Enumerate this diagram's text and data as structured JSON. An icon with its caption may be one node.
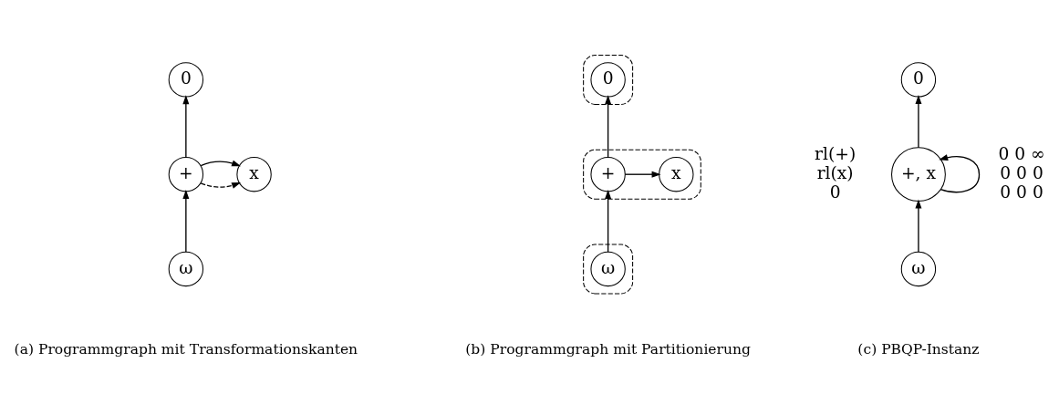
{
  "diagram": {
    "nodes": [
      {
        "text": [
          "0"
        ]
      },
      {
        "text": [
          "+"
        ]
      },
      {
        "text": [
          "x"
        ]
      },
      {
        "text": [
          "ω"
        ]
      },
      {
        "text": [],
        "shape": "box"
      },
      {
        "text": [
          "0"
        ],
        "in": 4
      },
      {
        "text": [],
        "shape": "box"
      },
      {
        "text": [
          "+"
        ],
        "in": 6
      },
      {
        "text": [
          "x"
        ],
        "in": 6
      },
      {
        "text": [],
        "shape": "box"
      },
      {
        "text": [
          "ω"
        ],
        "in": 9
      },
      {
        "text": [
          "0"
        ]
      },
      {
        "text": [
          "+, x"
        ],
        "beside": [
          "rl(+) rl(x) 0",
          "0 0 ∞ 0 0 0 0 0 0"
        ]
      },
      {
        "text": [
          "ω"
        ]
      }
    ],
    "edges": [
      {
        "from": 1,
        "to": 0,
        "arrow": "to"
      },
      {
        "from": 3,
        "to": 1,
        "arrow": "to"
      },
      {
        "from": 1,
        "to": 2,
        "arrow": "to"
      },
      {
        "from": 1,
        "to": 2,
        "arrow": "to",
        "style": "dashed"
      },
      {
        "from": 7,
        "to": 5,
        "arrow": "to"
      },
      {
        "from": 10,
        "to": 7,
        "arrow": "to"
      },
      {
        "from": 7,
        "to": 8,
        "arrow": "to"
      },
      {
        "from": 12,
        "to": 11,
        "arrow": "to"
      },
      {
        "from": 13,
        "to": 12,
        "arrow": "to"
      },
      {
        "from": 12,
        "to": 12,
        "arrow": "to"
      }
    ],
    "labels": [
      "(a) Programmgraph mit Transformationskanten",
      "(b) Programmgraph mit Partitionierung",
      "(c) PBQP-Instanz"
    ]
  }
}
